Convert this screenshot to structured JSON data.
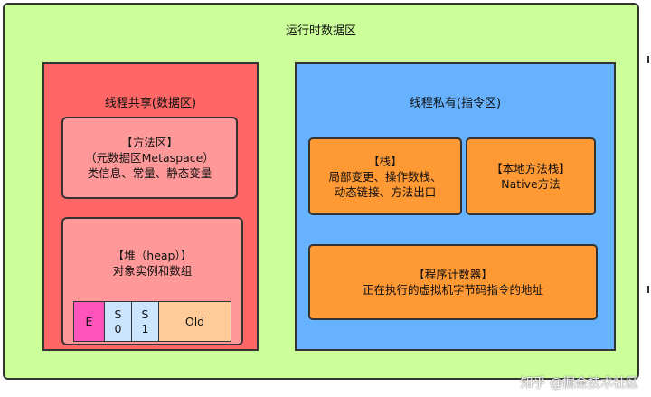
{
  "diagram": {
    "title": "运行时数据区",
    "shared": {
      "title": "线程共享(数据区)",
      "method_area": {
        "line1": "【方法区】",
        "line2": "（元数据区Metaspace）",
        "line3": "类信息、常量、静态变量"
      },
      "heap": {
        "line1": "【堆（heap）】",
        "line2": "对象实例和数组",
        "cells": {
          "e": "E",
          "s0_top": "S",
          "s0_bottom": "0",
          "s1_top": "S",
          "s1_bottom": "1",
          "old": "Old"
        }
      }
    },
    "private": {
      "title": "线程私有(指令区)",
      "stack": {
        "line1": "【栈】",
        "line2": "局部变更、操作数栈、",
        "line3": "动态链接、方法出口"
      },
      "native_stack": {
        "line1": "【本地方法栈】",
        "line2": "Native方法"
      },
      "pc_register": {
        "line1": "【程序计数器】",
        "line2": "正在执行的虚拟机字节码指令的地址"
      }
    },
    "watermark": "知乎 @掘金技术社区"
  },
  "colors": {
    "outer": "#ccff99",
    "shared": "#ff6666",
    "private": "#66b2ff",
    "pink_box": "#ff9999",
    "orange_box": "#ff9933",
    "eden": "#ff55bb",
    "survivor": "#cce5ff",
    "old": "#ffcc99"
  }
}
